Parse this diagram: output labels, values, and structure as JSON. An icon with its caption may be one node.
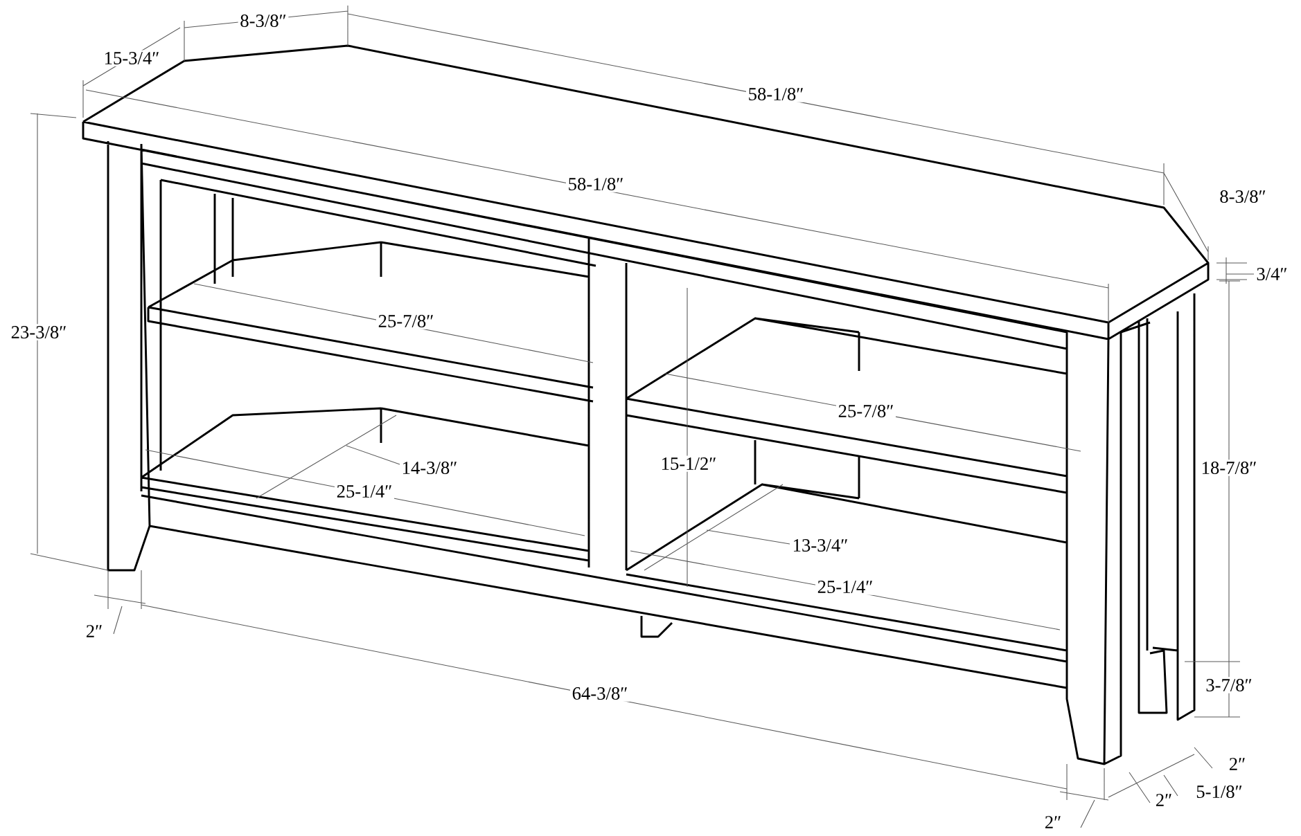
{
  "diagram": {
    "labels": [
      "8-3/8″",
      "15-3/4″",
      "58-1/8″",
      "58-1/8″",
      "8-3/8″",
      "3/4″",
      "23-3/8″",
      "25-7/8″",
      "25-7/8″",
      "15-1/2″",
      "14-3/8″",
      "18-7/8″",
      "25-1/4″",
      "13-3/4″",
      "25-1/4″",
      "2″",
      "3-7/8″",
      "64-3/8″",
      "2″",
      "5-1/8″",
      "2″",
      "2″"
    ]
  }
}
